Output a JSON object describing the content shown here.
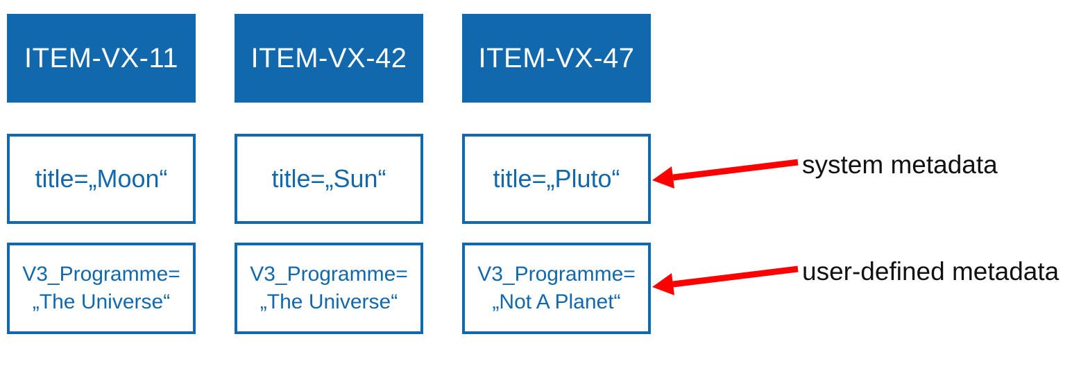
{
  "colors": {
    "accent_blue": "#1268AC",
    "arrow_red": "#FF0000",
    "label_text": "#111111",
    "header_text": "#FFFFFF"
  },
  "items": [
    {
      "id": "ITEM-VX-11",
      "system_metadata": "title=„Moon“",
      "user_metadata": [
        "V3_Programme=",
        "„The Universe“"
      ]
    },
    {
      "id": "ITEM-VX-42",
      "system_metadata": "title=„Sun“",
      "user_metadata": [
        "V3_Programme=",
        "„The Universe“"
      ]
    },
    {
      "id": "ITEM-VX-47",
      "system_metadata": "title=„Pluto“",
      "user_metadata": [
        "V3_Programme=",
        "„Not A Planet“"
      ]
    }
  ],
  "annotations": {
    "system_label": "system metadata",
    "user_label": "user-defined metadata"
  }
}
